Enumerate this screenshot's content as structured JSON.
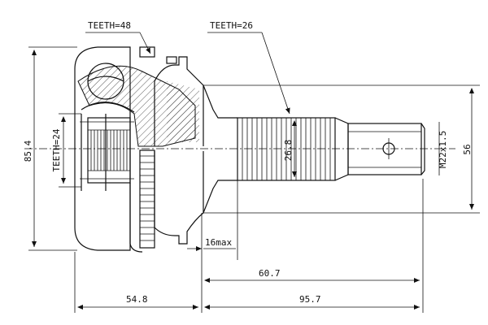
{
  "diagram": {
    "labels": {
      "teeth_outer": "TEETH=48",
      "teeth_spline": "TEETH=26",
      "teeth_inner": "TEETH=24",
      "overall_diameter": "85.4",
      "spline_diameter": "26.8",
      "thread": "M22x1.5",
      "seal_diameter": "56",
      "thickness": "16max",
      "stem_length": "60.7",
      "bell_length": "54.8",
      "total_length": "95.7"
    }
  }
}
